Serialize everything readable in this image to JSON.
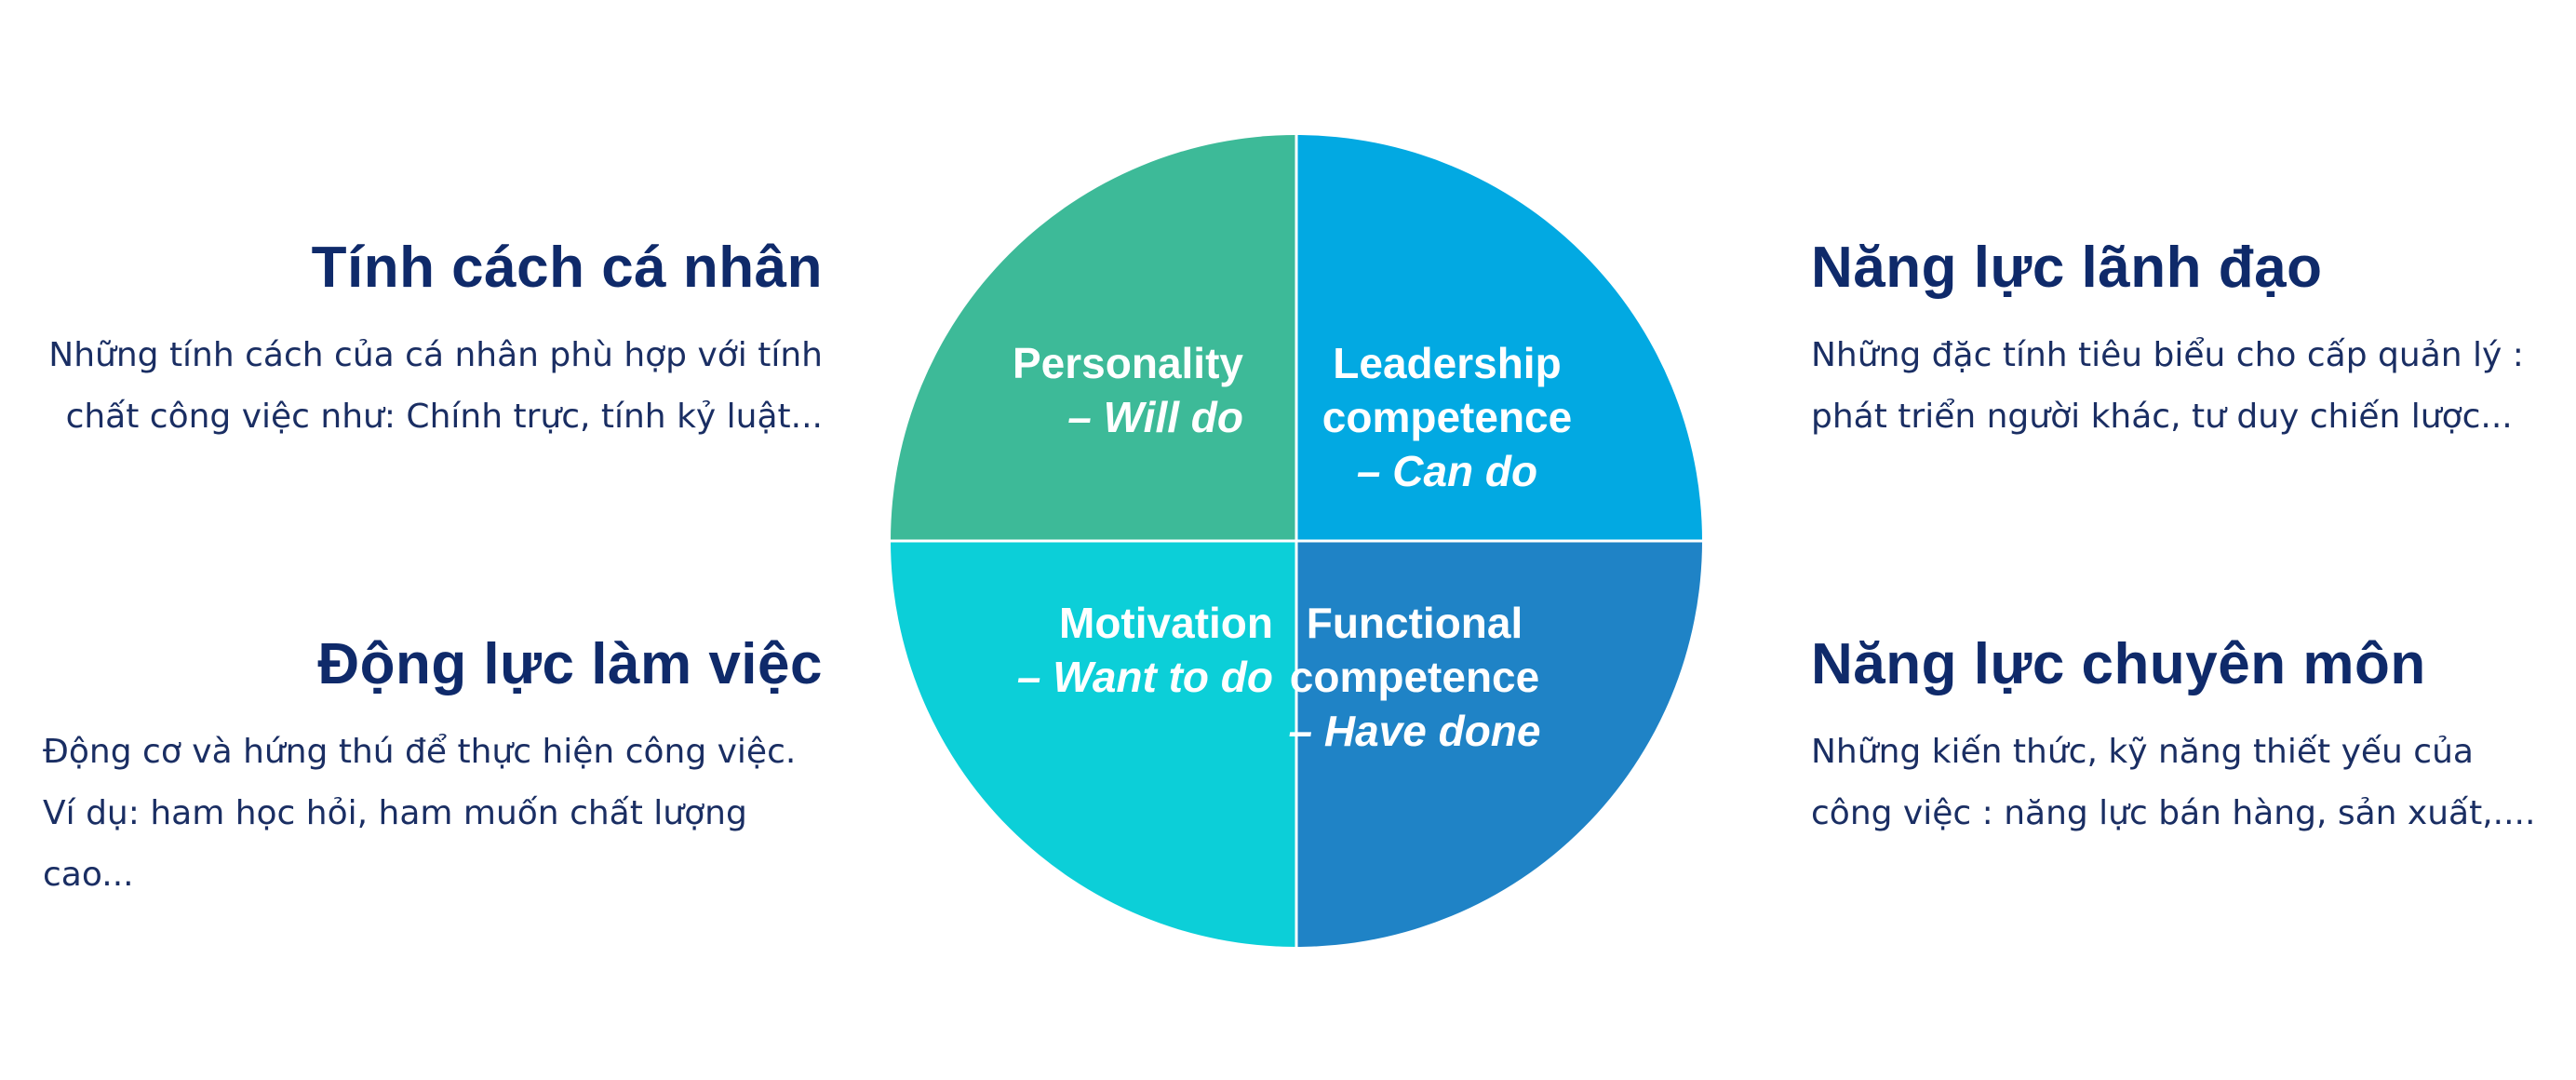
{
  "colors": {
    "heading": "#0f2a6a",
    "body_text": "#1a2e63",
    "quadrant_top_left": "#3dba98",
    "quadrant_top_right": "#02a9e2",
    "quadrant_bottom_left": "#0ccfd8",
    "quadrant_bottom_right": "#1f83c6"
  },
  "quadrants": {
    "top_left": {
      "line1": "Personality",
      "line2": "– Will do"
    },
    "top_right": {
      "line1": "Leadership",
      "line2": "competence",
      "line3": "– Can do"
    },
    "bottom_left": {
      "line1": "Motivation",
      "line2": "– Want to do"
    },
    "bottom_right": {
      "line1": "Functional",
      "line2": "competence",
      "line3": "– Have done"
    }
  },
  "blocks": {
    "top_left": {
      "title": "Tính cách cá nhân",
      "line1": "Những tính cách của cá nhân phù hợp với tính",
      "line2": "chất công việc như: Chính trực, tính kỷ luật..."
    },
    "bottom_left": {
      "title": "Động lực làm việc",
      "line1": "Động cơ và hứng thú để thực hiện công việc.",
      "line2": "Ví dụ: ham học hỏi, ham muốn chất lượng cao..."
    },
    "top_right": {
      "title": "Năng lực lãnh đạo",
      "line1": "Những đặc tính tiêu biểu cho cấp quản lý :",
      "line2": "phát triển người khác, tư duy chiến lược..."
    },
    "bottom_right": {
      "title": "Năng lực chuyên môn",
      "line1": "Những kiến thức, kỹ năng thiết yếu của",
      "line2": "công việc : năng lực bán hàng, sản xuất,...."
    }
  }
}
